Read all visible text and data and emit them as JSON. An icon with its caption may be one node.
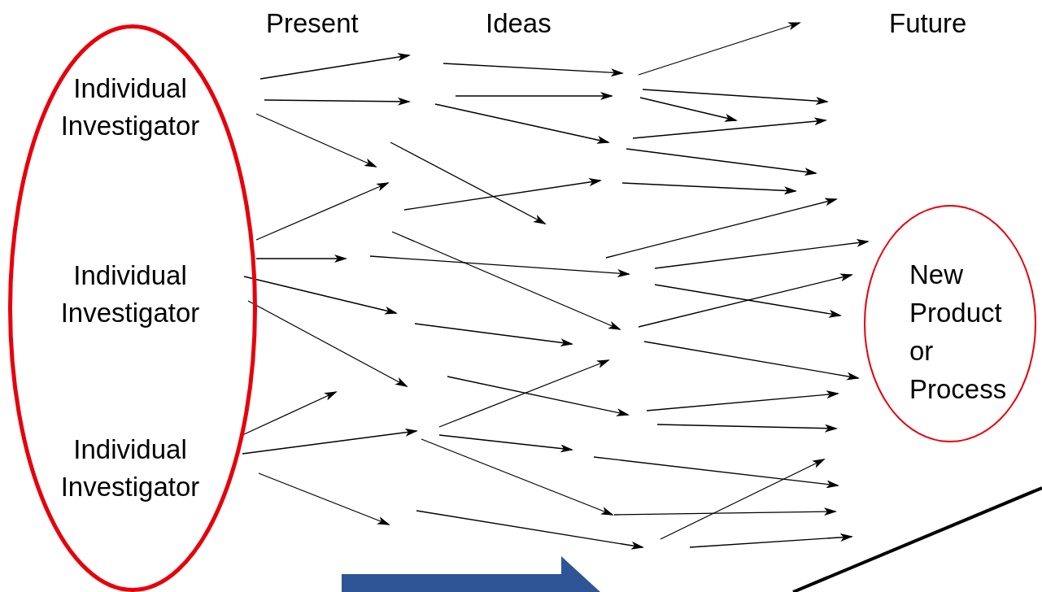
{
  "diagram": {
    "nodes": [
      {
        "text": [
          "Individual Investigator",
          "Individual Investigator",
          "Individual Investigator"
        ]
      },
      {
        "text": [
          "New Product or Process"
        ]
      }
    ],
    "labels": [
      "Present",
      "Ideas",
      "Future"
    ]
  }
}
